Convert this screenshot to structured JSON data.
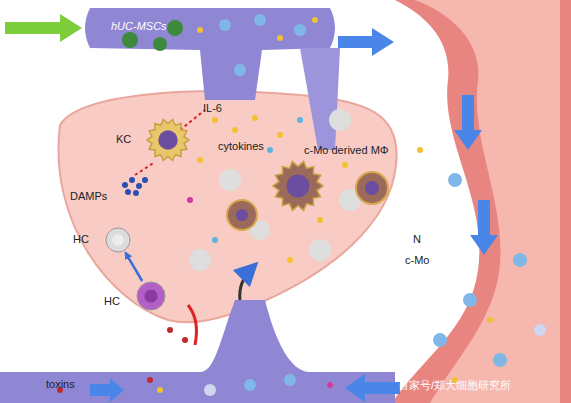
{
  "diagram": {
    "nodes": [
      {
        "text": [
          "hUC-MSCs"
        ]
      },
      {
        "text": [
          "KC"
        ]
      },
      {
        "text": [
          "HC"
        ]
      },
      {
        "text": [
          "HC"
        ]
      },
      {
        "text": [
          "c-Mo derived MΦ"
        ]
      }
    ],
    "edges": [
      {
        "from": 3,
        "to": 2,
        "arrow": "to"
      }
    ],
    "labels": [
      "IL-6",
      "cytokines",
      "DAMPs",
      "N",
      "c-Mo",
      "toxins",
      "百家号/郑大细胞研究所"
    ]
  }
}
